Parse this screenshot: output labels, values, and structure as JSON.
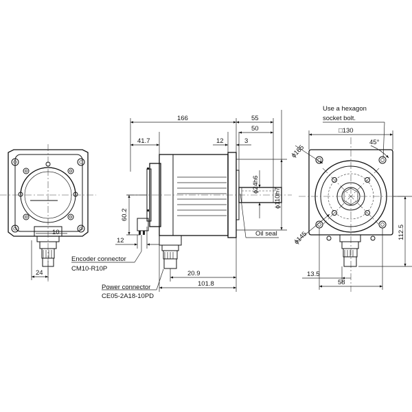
{
  "dimensions": {
    "overall_length": "166",
    "shaft_extension": "55",
    "flange_to_key": "50",
    "rear_length": "41.7",
    "flange_thickness": "12",
    "spigot_depth": "3",
    "shaft_diameter": "ϕ24h6",
    "spigot_diameter": "ϕ110h7",
    "encoder_height": "60.2",
    "encoder_offset": "12",
    "power_offset": "20.9",
    "power_position": "101.8",
    "left_width": "24",
    "left_offset": "10",
    "flange_square": "□130",
    "angle": "45°",
    "pcd_outer": "ϕ165",
    "pcd_inner": "ϕ145",
    "right_height": "112.5",
    "right_offset": "13.5",
    "right_width": "58"
  },
  "notes": {
    "hex_line1": "Use a hexagon",
    "hex_line2": "socket bolt.",
    "oil_seal": "Oil seal",
    "encoder_conn": "Encoder connector",
    "encoder_model": "CM10-R10P",
    "power_conn": "Power connector",
    "power_model": "CE05-2A18-10PD"
  }
}
